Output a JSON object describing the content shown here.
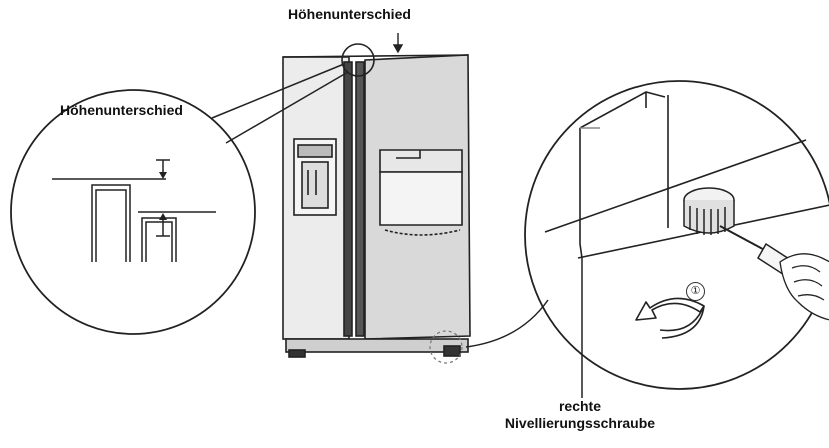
{
  "labels": {
    "height_difference_top": "Höhenunterschied",
    "height_difference_detail": "Höhenunterschied",
    "right_screw_line1": "rechte",
    "right_screw_line2": "Nivellierungsschraube",
    "step_number": "①"
  },
  "colors": {
    "line": "#222222",
    "door_fill": "#d9d9d9",
    "body_fill": "#eeeeee",
    "background": "#ffffff"
  }
}
